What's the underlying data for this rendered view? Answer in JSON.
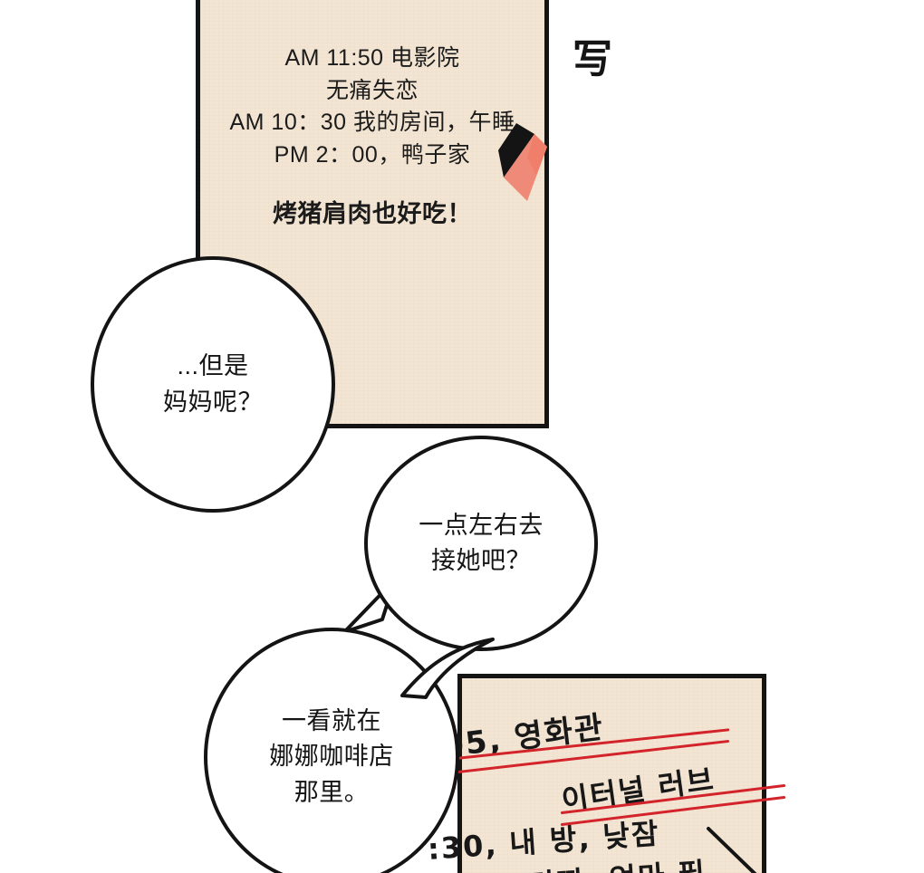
{
  "page": {
    "kind": "webtoon-comic-page",
    "background_color": "#ffffff",
    "ink_color": "#141414",
    "paper_color": "#f3e5d3",
    "accent_red": "#d3242b",
    "pencil_color": "#f08a78"
  },
  "panels": {
    "top": {
      "name": "schedule-note-panel",
      "typed_lines": [
        "AM 11:50 电影院",
        "无痛失恋",
        "AM 10：30 我的房间，午睡",
        "PM 2：00，鸭子家"
      ],
      "highlight_line": "烤猪肩肉也好吃！"
    },
    "bottom": {
      "name": "handwritten-note-panel",
      "handwritten_lines": [
        {
          "text": "05, 영화관",
          "struck_through": true
        },
        {
          "text": "이터널 러브",
          "struck_through": true
        },
        {
          "text": ":30, 내 방, 낮잠",
          "struck_through": false
        },
        {
          "text": "ㅁㅁ리찌, 엄마 필",
          "struck_through": false
        }
      ]
    }
  },
  "sfx": {
    "write": "写"
  },
  "bubbles": [
    {
      "id": "bubble-mom",
      "text": "...但是\n妈妈呢？"
    },
    {
      "id": "bubble-pickup",
      "text": "一点左右去\n接她吧？"
    },
    {
      "id": "bubble-cafe",
      "text": "一看就在\n娜娜咖啡店\n那里。"
    }
  ]
}
